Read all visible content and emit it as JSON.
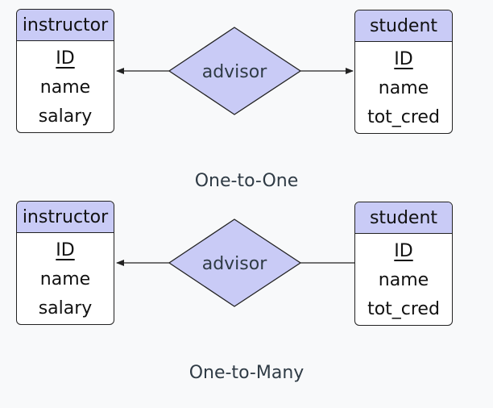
{
  "colors": {
    "background": "#f8f9fa",
    "entity_header": "#c9cbf6",
    "relationship_fill": "#c9cbf6",
    "stroke": "#222222"
  },
  "diagrams": [
    {
      "instructor": {
        "title": "instructor",
        "attributes": [
          "ID",
          "name",
          "salary"
        ],
        "primary_key": "ID"
      },
      "relationship": {
        "label": "advisor"
      },
      "student": {
        "title": "student",
        "attributes": [
          "ID",
          "name",
          "tot_cred"
        ],
        "primary_key": "ID"
      },
      "caption": "One-to-One"
    },
    {
      "instructor": {
        "title": "instructor",
        "attributes": [
          "ID",
          "name",
          "salary"
        ],
        "primary_key": "ID"
      },
      "relationship": {
        "label": "advisor"
      },
      "student": {
        "title": "student",
        "attributes": [
          "ID",
          "name",
          "tot_cred"
        ],
        "primary_key": "ID"
      },
      "caption": "One-to-Many"
    }
  ]
}
